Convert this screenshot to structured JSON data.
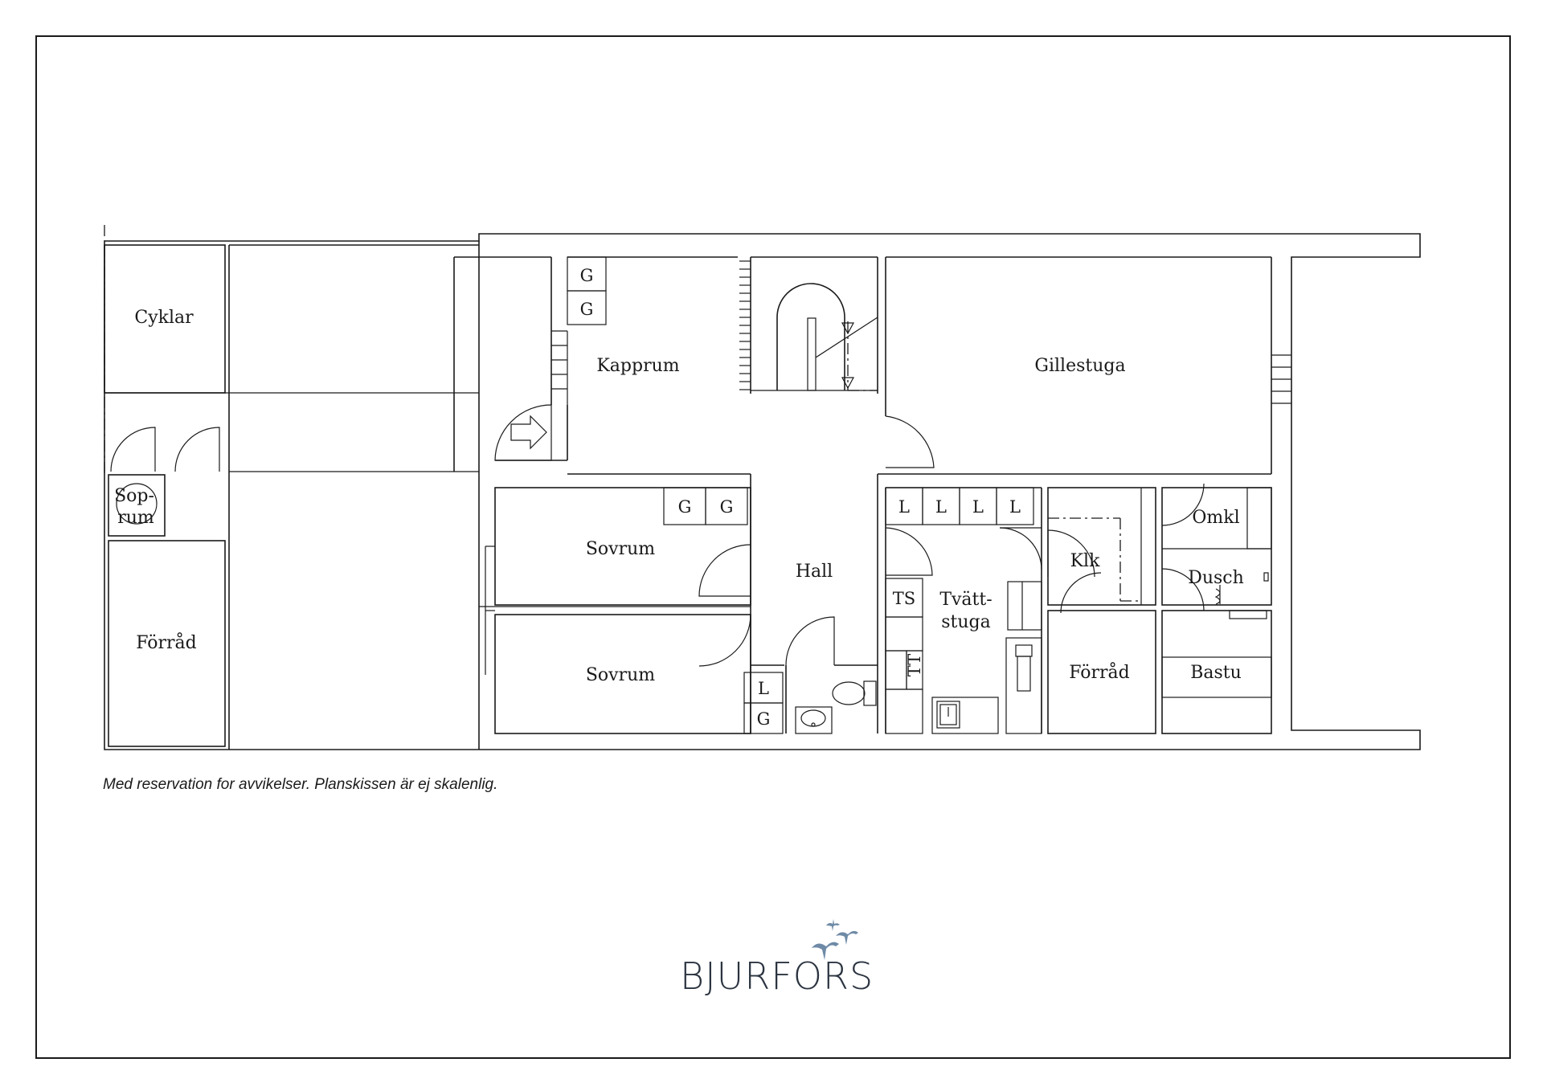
{
  "rooms": {
    "cyklar": "Cyklar",
    "soprum": [
      "Sop-",
      "rum"
    ],
    "forrad_left": "Förråd",
    "kapprum": "Kapprum",
    "gillestuga": "Gillestuga",
    "sovrum_upper": "Sovrum",
    "sovrum_lower": "Sovrum",
    "hall": "Hall",
    "tvattstuga": [
      "Tvätt-",
      "stuga"
    ],
    "klk": "Klk",
    "omkl": "Omkl",
    "dusch": "Dusch",
    "forrad_right": "Förråd",
    "bastu": "Bastu"
  },
  "fixtures": {
    "garderob": "G",
    "linneskap": "L",
    "torkskap": "TS",
    "tumlare": "TT"
  },
  "disclaimer": "Med reservation for avvikelser. Planskissen är ej skalenlig.",
  "logo": {
    "text": "BJURFORS",
    "color": "#2b3440",
    "bird_color": "#6e8aa6"
  }
}
